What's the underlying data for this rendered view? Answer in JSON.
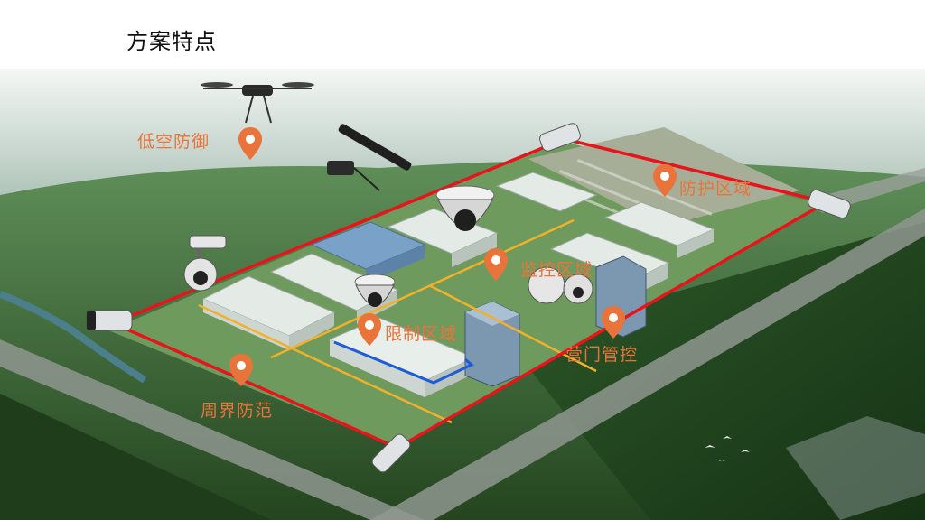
{
  "slide": {
    "title": "方案特点"
  },
  "labels": {
    "low_altitude": "低空防御",
    "defense_zone": "防护区域",
    "monitor_zone": "监控区域",
    "restricted_zone": "限制区域",
    "gate_control": "营门管控",
    "perimeter": "周界防范"
  },
  "icons": {
    "pin": "location-pin-icon",
    "drone": "drone-icon",
    "camera": "bullet-camera-icon",
    "dome": "dome-camera-icon",
    "ptz": "ptz-camera-icon",
    "rifle": "rifle-icon"
  },
  "colors": {
    "accent": "#E8743B",
    "perimeter_line": "#E8141B",
    "zone_line": "#F2B12B",
    "restricted_line": "#1E5BD8",
    "title_text": "#111111"
  }
}
